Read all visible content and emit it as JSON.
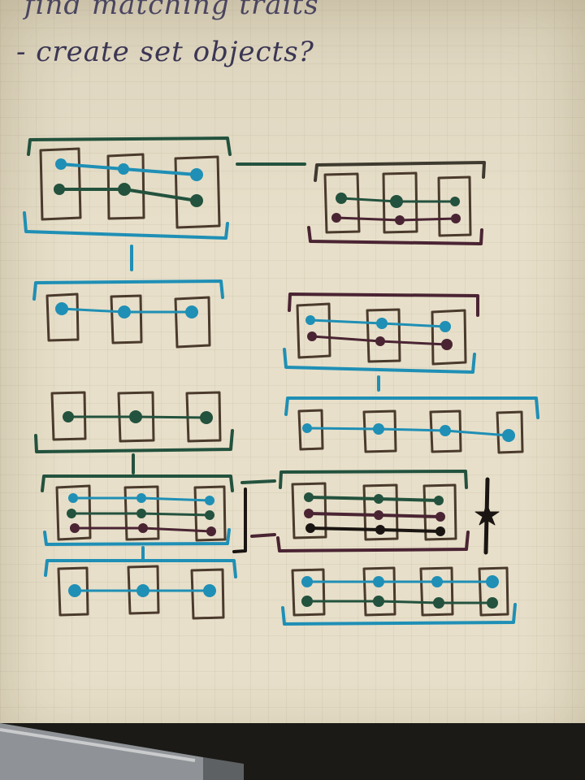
{
  "note": {
    "line1": "find matching traits",
    "line2": "- create set objects?"
  },
  "colors": {
    "paper": "#e7dfc9",
    "blue_ink": "#1f8fb5",
    "green_ink": "#23523e",
    "maroon_ink": "#4a2433",
    "brown_ink": "#4a3a2c",
    "black_ink": "#1a1512"
  },
  "diagram": {
    "groups": [
      {
        "id": "top-left",
        "boxes": 3,
        "lines": [
          "blue",
          "green"
        ],
        "bracket_top": "green",
        "bracket_bottom": "blue"
      },
      {
        "id": "top-right",
        "boxes": 3,
        "lines": [
          "green",
          "maroon"
        ],
        "bracket_top": "brown",
        "bracket_bottom": "maroon"
      },
      {
        "id": "row2-left",
        "boxes": 3,
        "lines": [
          "blue"
        ],
        "bracket_top": "blue"
      },
      {
        "id": "row2-right",
        "boxes": 3,
        "lines": [
          "blue",
          "maroon"
        ],
        "bracket_top": "maroon",
        "bracket_bottom": "blue"
      },
      {
        "id": "row3-left",
        "boxes": 3,
        "lines": [
          "green"
        ],
        "bracket_bottom": "green"
      },
      {
        "id": "row3-right",
        "boxes": 4,
        "lines": [
          "blue"
        ],
        "bracket_top": "blue"
      },
      {
        "id": "row4-left",
        "boxes": 3,
        "lines": [
          "blue",
          "green",
          "maroon"
        ],
        "bracket_top": "green",
        "bracket_bottom": "blue"
      },
      {
        "id": "row4-right",
        "boxes": 3,
        "lines": [
          "green",
          "maroon",
          "black"
        ],
        "bracket_top": "green",
        "bracket_bottom": "maroon"
      },
      {
        "id": "row5-left",
        "boxes": 3,
        "lines": [
          "blue"
        ],
        "bracket_top": "blue"
      },
      {
        "id": "row5-right",
        "boxes": 4,
        "lines": [
          "blue",
          "green"
        ],
        "bracket_bottom": "blue"
      }
    ]
  }
}
